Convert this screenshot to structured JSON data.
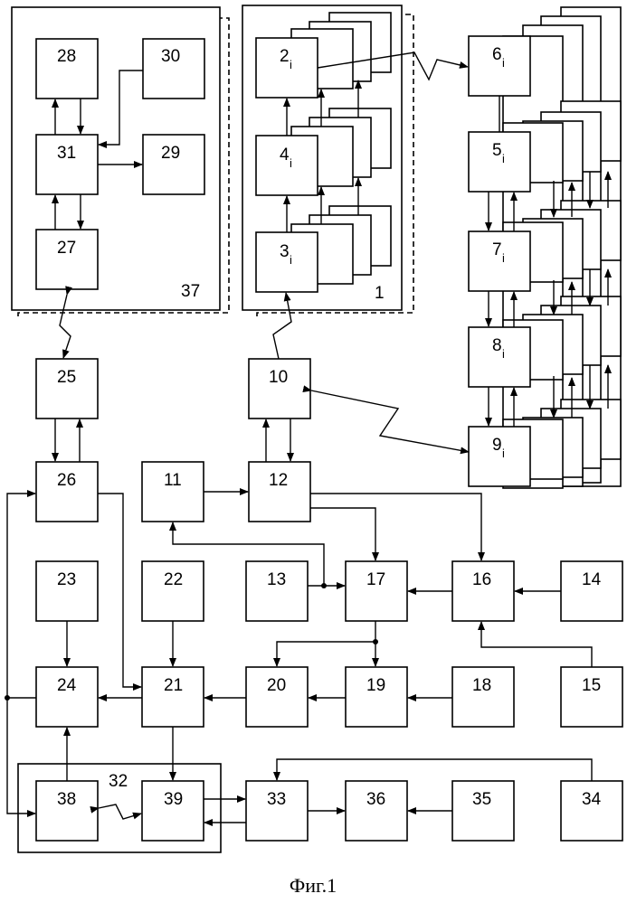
{
  "caption": "Фиг.1",
  "group_labels": {
    "g37": "37",
    "g1": "1",
    "g32": "32"
  },
  "blocks": {
    "b1": "1",
    "b2": "2",
    "b3": "3",
    "b4": "4",
    "b5": "5",
    "b6": "6",
    "b7": "7",
    "b8": "8",
    "b9": "9",
    "b10": "10",
    "b11": "11",
    "b12": "12",
    "b13": "13",
    "b14": "14",
    "b15": "15",
    "b16": "16",
    "b17": "17",
    "b18": "18",
    "b19": "19",
    "b20": "20",
    "b21": "21",
    "b22": "22",
    "b23": "23",
    "b24": "24",
    "b25": "25",
    "b26": "26",
    "b27": "27",
    "b28": "28",
    "b29": "29",
    "b30": "30",
    "b31": "31",
    "b33": "33",
    "b34": "34",
    "b35": "35",
    "b36": "36",
    "b38": "38",
    "b39": "39"
  },
  "subscript": "i"
}
